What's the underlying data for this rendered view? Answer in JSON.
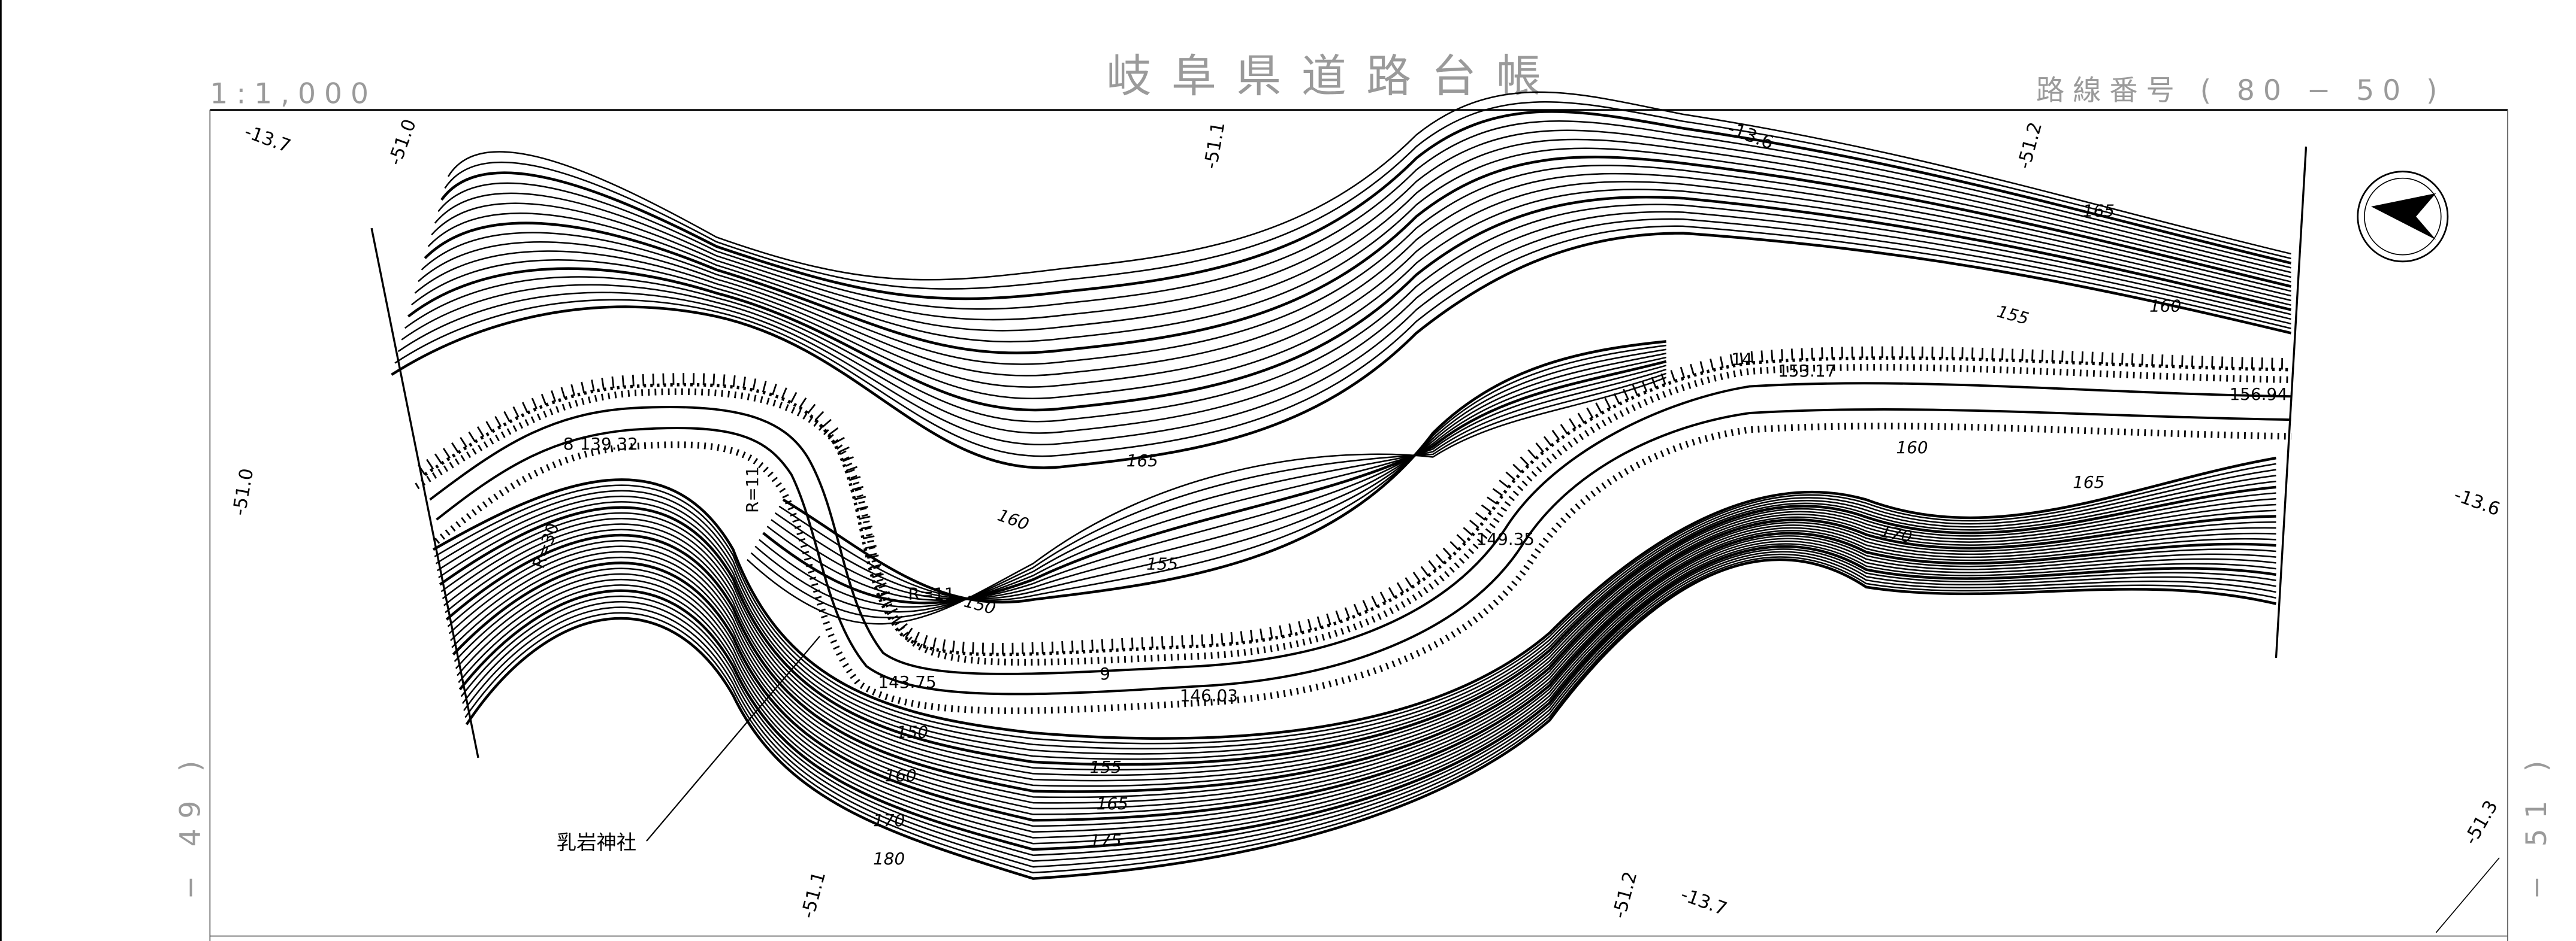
{
  "header": {
    "title": "岐阜県道路台帳",
    "scale": "1:1,000",
    "route_number": "路線番号 ( 80 − 50 )",
    "prev_sheet": "− 49 )",
    "next_sheet": "− 51 )"
  },
  "grid_labels": {
    "top": [
      "-13.7",
      "-51.0",
      "-51.1",
      "-13.6",
      "-51.2"
    ],
    "left": "-51.0",
    "right": "-13.6",
    "bottom": [
      "-51.1",
      "-51.2",
      "-13.7",
      "-51.3"
    ]
  },
  "contour_labels": [
    "165",
    "160",
    "155",
    "150",
    "150",
    "160",
    "155",
    "165",
    "170",
    "175",
    "180",
    "165",
    "155",
    "160",
    "160",
    "165",
    "170"
  ],
  "elevations": [
    "139.32",
    "143.75",
    "146.03",
    "149.35",
    "153.17",
    "156.94"
  ],
  "curve_labels": [
    "R=30",
    "R=11",
    "R=11"
  ],
  "station_labels": [
    "8",
    "9",
    "14"
  ],
  "landmark": "乳岩神社",
  "north_arrow": "north-arrow-icon"
}
